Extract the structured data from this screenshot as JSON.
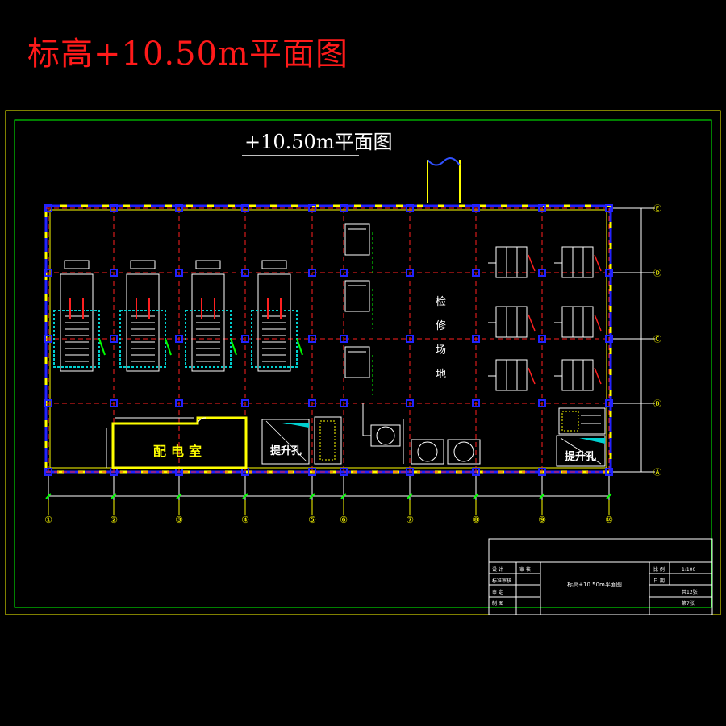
{
  "header": {
    "title": "标高+10.50m平面图"
  },
  "drawing": {
    "title": "+10.50m平面图",
    "rooms": {
      "distribution_room": "配电室",
      "hoist_hole": "提升孔",
      "maintenance_area": [
        "检",
        "修",
        "场",
        "地"
      ]
    },
    "axis_labels_bottom": [
      "①",
      "②",
      "③",
      "④",
      "⑤",
      "⑥",
      "⑦",
      "⑧",
      "⑨",
      "⑩"
    ],
    "axis_labels_right": [
      "Ⓔ",
      "Ⓓ",
      "Ⓒ",
      "Ⓑ",
      "Ⓐ"
    ]
  },
  "title_block": {
    "rows_left": [
      {
        "label": "设 计",
        "value": "审 核"
      },
      {
        "label": "标准审核",
        "value": ""
      },
      {
        "label": "审 定",
        "value": ""
      },
      {
        "label": "制 图",
        "value": ""
      }
    ],
    "drawing_name": "标高+10.50m平面图",
    "right": [
      {
        "label": "比 例",
        "value": "1:100"
      },
      {
        "label": "日 期",
        "value": ""
      },
      {
        "label": "",
        "value": "共12张"
      },
      {
        "label": "",
        "value": "第7张"
      }
    ]
  },
  "colors": {
    "frame": "#ffff00",
    "inner_frame": "#00ff00",
    "grid": "#ff2020",
    "wall": "#2222ff",
    "equipment": "#ffffff",
    "teal": "#00d0d0",
    "title_red": "#ff1a1a"
  }
}
